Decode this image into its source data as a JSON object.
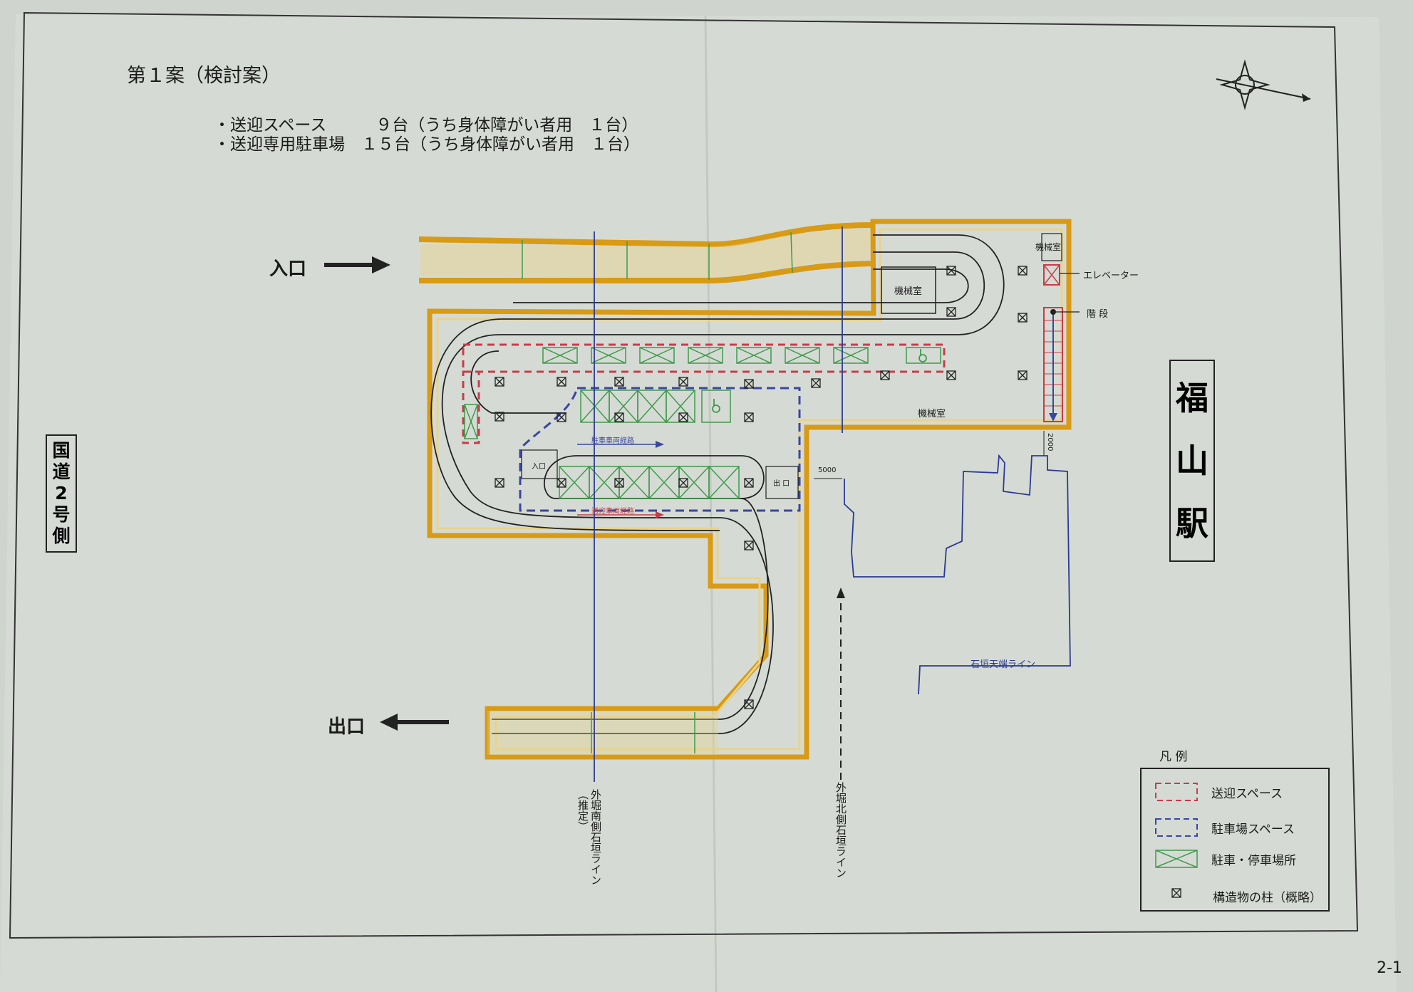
{
  "title": "第１案（検討案）",
  "summary": [
    "・送迎スペース　　　９台（うち身体障がい者用　１台）",
    "・送迎専用駐車場　１５台（うち身体障がい者用　１台）"
  ],
  "labels": {
    "entrance": "入口",
    "exit": "出口",
    "road_side": "国道2号側",
    "station": "福山駅",
    "machine_room_1": "機械室",
    "machine_room_2": "機械室",
    "machine_room_3": "機械室",
    "elevator": "エレベーター",
    "stairs": "階 段",
    "inner_entrance": "入口",
    "inner_exit": "出 口",
    "parking_aisle": "駐車車両経路",
    "pickup_aisle": "送迎車両経路",
    "dim_5000": "5000",
    "dim_2000": "2000",
    "south_wall_line": "外堀南側石垣ライン",
    "south_wall_note": "（推定）",
    "north_wall_line": "外堀北側石垣ライン",
    "wall_top_line": "石垣天端ライン"
  },
  "legend": {
    "title": "凡 例",
    "items": [
      {
        "key": "pickup_space",
        "label": "送迎スペース",
        "color": "#c83c4a"
      },
      {
        "key": "parking_space",
        "label": "駐車場スペース",
        "color": "#3a46a0"
      },
      {
        "key": "stall",
        "label": "駐車・停車場所",
        "color": "#3f9a4a"
      },
      {
        "key": "column",
        "label": "構造物の柱（概略）",
        "color": "#222222"
      }
    ]
  },
  "colors": {
    "paper": "#d5dbd4",
    "wall": "#d99a14",
    "wall_inner": "#e9d38a",
    "arrow": "#222222",
    "guide_line": "#2b3a8f"
  },
  "page_number": "2-1"
}
